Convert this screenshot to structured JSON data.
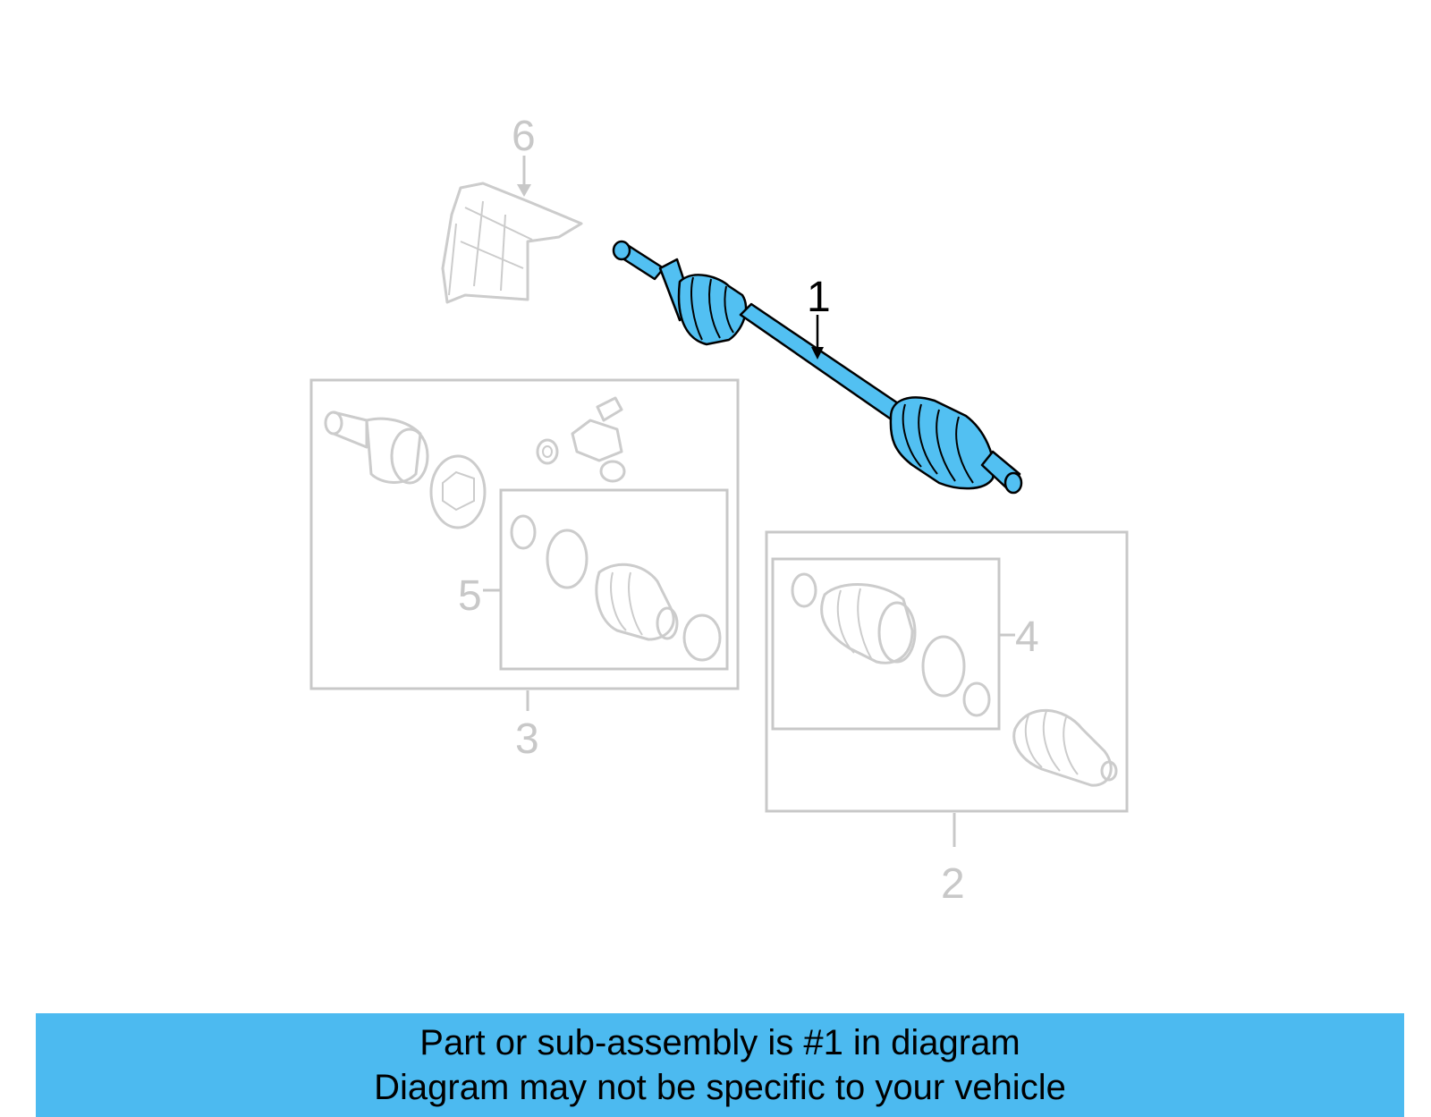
{
  "callouts": {
    "c1": "1",
    "c2": "2",
    "c3": "3",
    "c4": "4",
    "c5": "5",
    "c6": "6"
  },
  "banner": {
    "line1": "Part or sub-assembly is #1 in diagram",
    "line2": "Diagram may not be specific to your vehicle"
  },
  "colors": {
    "highlight": "#52c0f2",
    "banner": "#4cbaf0",
    "ghost": "#cccccc"
  }
}
